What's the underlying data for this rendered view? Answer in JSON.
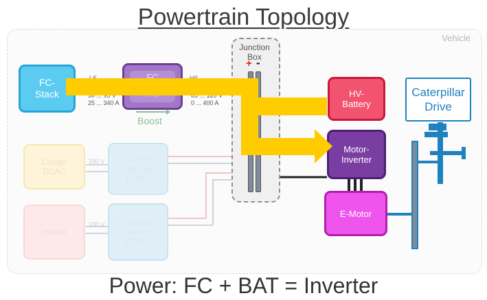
{
  "title": "Powertrain Topology",
  "caption": "Power: FC + BAT = Inverter",
  "vehicle_label": "Vehicle",
  "junction_box": {
    "label_line1": "Junction",
    "label_line2": "Box",
    "plus": "+",
    "minus": "-"
  },
  "fc_stack": {
    "line1": "FC-",
    "line2": "Stack"
  },
  "fc_dcdc": {
    "line1": "FC",
    "line2": "FHI",
    "ls_label": "LS",
    "hs_label": "HS",
    "ls_voltage": "50 ... 95 V",
    "ls_current": "25 ... 340 A",
    "hs_voltage": "85 ... 120 V",
    "hs_current": "0 ... 400 A",
    "boost": "Boost"
  },
  "compr_dcac": {
    "line1": "Compr",
    "line2": "DCAC"
  },
  "compr_dcdc": {
    "line1": "Compr",
    "line2": "Step-Up-",
    "line3": "DCDC",
    "voltage": "330 V"
  },
  "heater": {
    "label": "Heater"
  },
  "heater_dcdc": {
    "line1": "Heater",
    "line2": "Step-Up-",
    "line3": "DCDC",
    "voltage": "330 V"
  },
  "hv_battery": {
    "line1": "HV-",
    "line2": "Battery"
  },
  "motor_inverter": {
    "line1": "Motor-",
    "line2": "Inverter"
  },
  "e_motor": {
    "label": "E-Motor"
  },
  "caterpillar_drive": {
    "line1": "Caterpillar",
    "line2": "Drive"
  },
  "colors": {
    "power_flow": "#ffcc00",
    "fc_stack": "#5ccbf2",
    "fc_dcdc": "#a278c6",
    "hv_battery": "#f2536e",
    "motor_inverter": "#7a3da2",
    "e_motor": "#ef55ec",
    "drive_blue": "#1e82bf"
  }
}
